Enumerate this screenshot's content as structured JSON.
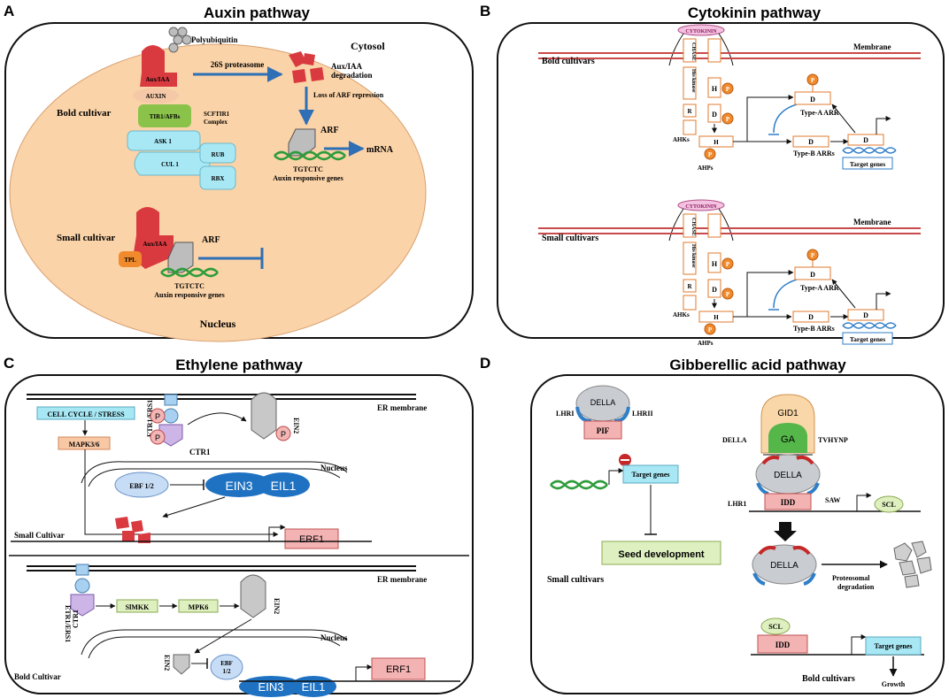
{
  "panels": {
    "A": {
      "letter": "A",
      "title": "Auxin pathway",
      "polyubiquitin": "Polyubiquitin",
      "proteasome": "26S proteasome",
      "cytosol": "Cytosol",
      "degradation1": "Aux/IAA",
      "degradation2": "degradation",
      "loss_arf": "Loss of ARF repression",
      "bold_cultivar": "Bold cultivar",
      "aux_iaa": "Aux/IAA",
      "auxin": "AUXIN",
      "tir1": "TIR1/AFBs",
      "scf1": "SCFTIR1",
      "scf2": "Complex",
      "ask1": "ASK 1",
      "cul1": "CUL 1",
      "rub": "RUB",
      "rbx": "RBX",
      "arf": "ARF",
      "mrna": "mRNA",
      "tgtctc": "TGTCTC",
      "aux_resp": "Auxin responsive genes",
      "small_cultivar": "Small cultivar",
      "tpl": "TPL",
      "aux_iaa2": "Aux/IAA",
      "arf2": "ARF",
      "tgtctc2": "TGTCTC",
      "aux_resp2": "Auxin responsive genes",
      "nucleus": "Nucleus"
    },
    "B": {
      "letter": "B",
      "title": "Cytokinin pathway",
      "cytokinin": "CYTOKININ",
      "membrane": "Membrane",
      "bold_cultivars": "Bold cultivars",
      "small_cultivars": "Small cultivars",
      "chase": "CHASE",
      "his_kinase": "His kinase",
      "r": "R",
      "h": "H",
      "d": "D",
      "p": "P",
      "ahks": "AHKs",
      "ahps": "AHPs",
      "type_a": "Type-A ARR",
      "type_b": "Type-B ARRs",
      "target": "Target genes"
    },
    "C": {
      "letter": "C",
      "title": "Ethylene pathway",
      "er_membrane": "ER membrane",
      "cell_cycle": "CELL CYCLE / STRESS",
      "mapk": "MAPK3/6",
      "etr": "ETR1/ERS1",
      "p": "P",
      "ctr1": "CTR1",
      "ein2": "EIN2",
      "nucleus": "Nucleus",
      "ebf": "EBF 1/2",
      "ein3": "EIN3",
      "eil1": "EIL1",
      "erf1": "ERF1",
      "small_cultivar": "Small Cultivar",
      "slmkk": "SlMKK",
      "mpk6": "MPK6",
      "ebf_a": "EBF",
      "ebf_b": "1/2",
      "bold_cultivar": "Bold Cultivar"
    },
    "D": {
      "letter": "D",
      "title": "Gibberellic acid pathway",
      "della": "DELLA",
      "lhri": "LHRI",
      "lhrii": "LHRII",
      "pif": "PIF",
      "target": "Target genes",
      "seed_dev": "Seed development",
      "small_cultivars": "Small cultivars",
      "gid1": "GID1",
      "ga": "GA",
      "tvhynp": "TVHYNP",
      "lhr1": "LHR1",
      "saw": "SAW",
      "idd": "IDD",
      "scl": "SCL",
      "proteo1": "Proteosomal",
      "proteo2": "degradation",
      "bold_cultivars": "Bold cultivars",
      "growth": "Growth"
    }
  },
  "colors": {
    "cell_fill": "#fbd3a8",
    "auxiaa": "#d93a3f",
    "tir": "#8bc34a",
    "ask": "#a8e8f5",
    "dna": "#2e9c3a",
    "dna_blue": "#2f7ec8",
    "membrane": "#c94a4a",
    "orange": "#f08a2c",
    "pink": "#f3b6b6",
    "ein_blue": "#1f72c2",
    "della_grey": "#c9cdd2",
    "ga_green": "#55b64a"
  }
}
